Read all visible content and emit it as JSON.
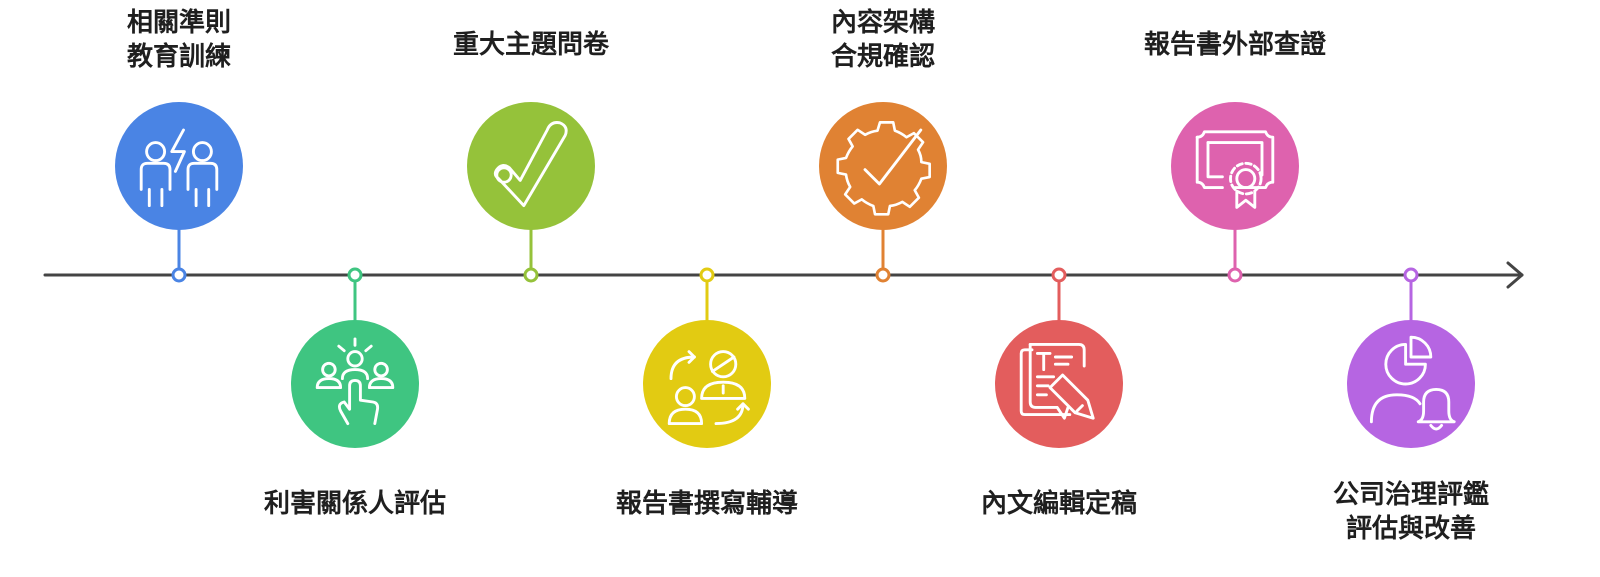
{
  "timeline": {
    "line_color": "#444444",
    "steps": [
      {
        "title_lines": [
          "相關準則",
          "教育訓練"
        ],
        "color": "#4A84E4",
        "icon": "people-lightning-icon"
      },
      {
        "title_lines": [
          "利害關係人評估"
        ],
        "color": "#3FC581",
        "icon": "group-hand-pointer-icon"
      },
      {
        "title_lines": [
          "重大主題問卷"
        ],
        "color": "#95C23A",
        "icon": "checkmark-icon"
      },
      {
        "title_lines": [
          "報告書撰寫輔導"
        ],
        "color": "#E2CB12",
        "icon": "people-exchange-icon"
      },
      {
        "title_lines": [
          "內容架構",
          "合規確認"
        ],
        "color": "#E08233",
        "icon": "gear-check-icon"
      },
      {
        "title_lines": [
          "內文編輯定稿"
        ],
        "color": "#E35D5D",
        "icon": "document-pencil-icon"
      },
      {
        "title_lines": [
          "報告書外部查證"
        ],
        "color": "#DE62AE",
        "icon": "certificate-icon"
      },
      {
        "title_lines": [
          "公司治理評鑑",
          "評估與改善"
        ],
        "color": "#B665E2",
        "icon": "user-chart-bell-icon"
      }
    ]
  }
}
